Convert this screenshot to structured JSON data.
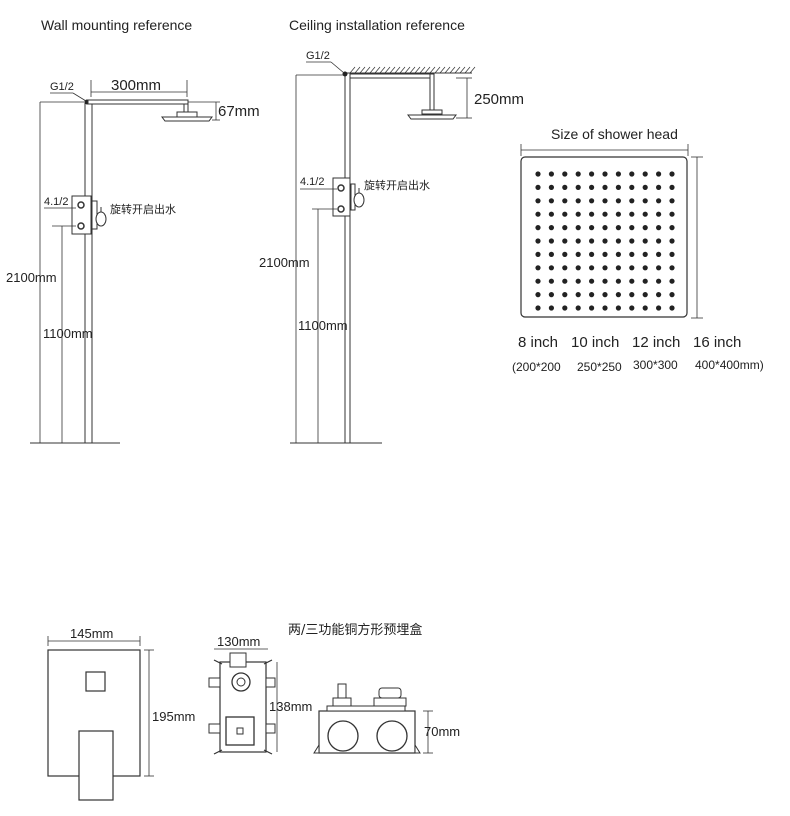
{
  "wall": {
    "title": "Wall mounting reference",
    "thread_label": "G1/2",
    "arm_length": "300mm",
    "head_offset": "67mm",
    "valve_thread": "4.1/2",
    "valve_note": "旋转开启出水",
    "total_height": "2100mm",
    "valve_height": "1100mm"
  },
  "ceiling": {
    "title": "Ceiling installation reference",
    "thread_label": "G1/2",
    "drop_length": "250mm",
    "valve_thread": "4.1/2",
    "valve_note": "旋转开启出水",
    "total_height": "2100mm",
    "valve_height": "1100mm"
  },
  "head": {
    "title": "Size of shower head",
    "sizes": [
      {
        "label": "8 inch",
        "res": "(200*200"
      },
      {
        "label": "10 inch",
        "res": "250*250"
      },
      {
        "label": "12 inch",
        "res": "300*300"
      },
      {
        "label": "16 inch",
        "res": "400*400mm)"
      }
    ]
  },
  "box": {
    "title": "两/三功能铜方形预埋盒",
    "plate_width": "145mm",
    "plate_height": "195mm",
    "body_width": "130mm",
    "body_height": "138mm",
    "depth": "70mm"
  }
}
